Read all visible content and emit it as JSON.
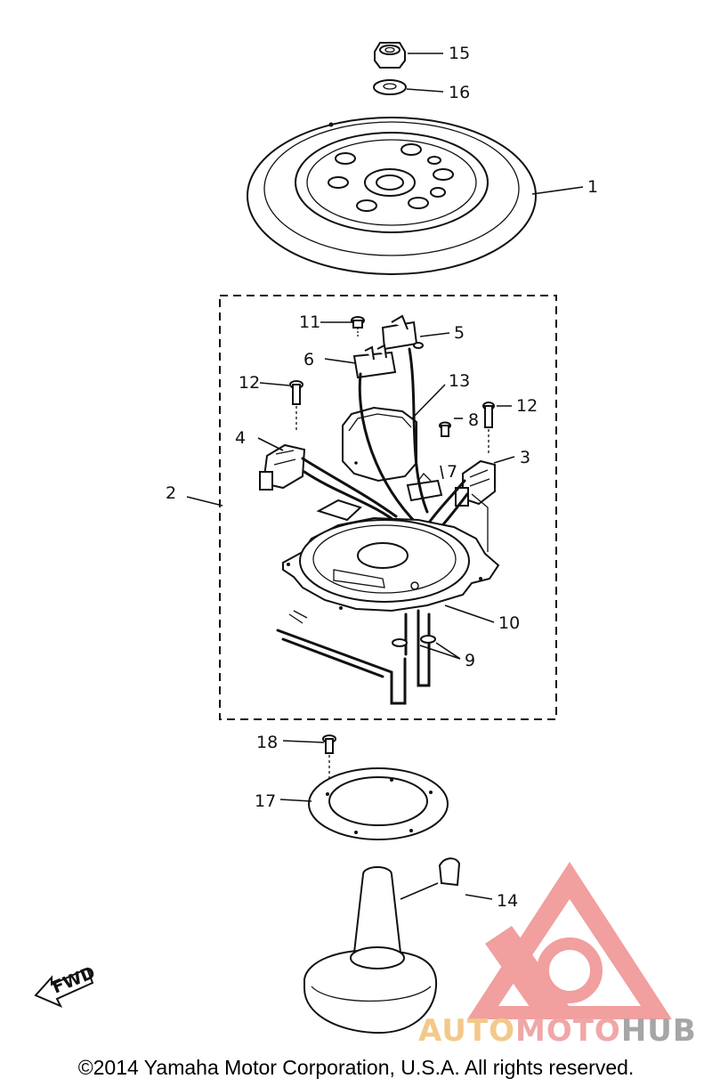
{
  "labels": {
    "p1": "1",
    "p2": "2",
    "p3": "3",
    "p4": "4",
    "p5": "5",
    "p6": "6",
    "p7": "7",
    "p8": "8",
    "p9": "9",
    "p10": "10",
    "p11": "11",
    "p12a": "12",
    "p12b": "12",
    "p13": "13",
    "p14": "14",
    "p15": "15",
    "p16": "16",
    "p17": "17",
    "p18": "18"
  },
  "fwd_label": "FWD",
  "copyright": "©2014 Yamaha Motor Corporation, U.S.A. All rights reserved.",
  "watermark": {
    "part1": "AUTO",
    "part2": "MOTO",
    "part3": "HUB",
    "colors": {
      "auto": "#f3c98a",
      "moto": "#f0a7a7",
      "hub": "#a6a6a6",
      "logo": "#ef8f8f"
    }
  }
}
